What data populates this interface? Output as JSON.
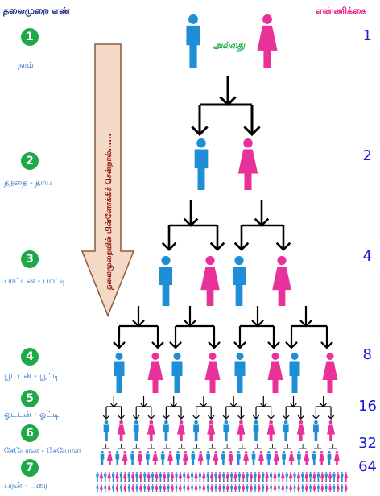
{
  "header": {
    "left": "தலைமுறை எண்",
    "right": "எண்ணிக்கை"
  },
  "or_label": "அல்லது",
  "arrow_label": "தலைமுறையில் பின்னோக்கிச் சென்றால்......",
  "generations": [
    {
      "number": "1",
      "label": "நாம்",
      "count": "1"
    },
    {
      "number": "2",
      "label": "தந்தை - தாய்",
      "count": "2"
    },
    {
      "number": "3",
      "label": "பாட்டன் - பாட்டி",
      "count": "4"
    },
    {
      "number": "4",
      "label": "பூட்டன் - பூட்டி",
      "count": "8"
    },
    {
      "number": "5",
      "label": "ஓட்டன் - ஓட்டி",
      "count": "16"
    },
    {
      "number": "6",
      "label": "சேயோன் - சேயோள்",
      "count": "32"
    },
    {
      "number": "7",
      "label": "பரன் - பரை",
      "count": "64"
    }
  ],
  "colors": {
    "male": "#1e8fd6",
    "female": "#e8329a",
    "badge": "#1fa849",
    "count": "#1a1ad1",
    "arrow_fill": "#f4d9c6",
    "arrow_stroke": "#8b5a3c"
  }
}
